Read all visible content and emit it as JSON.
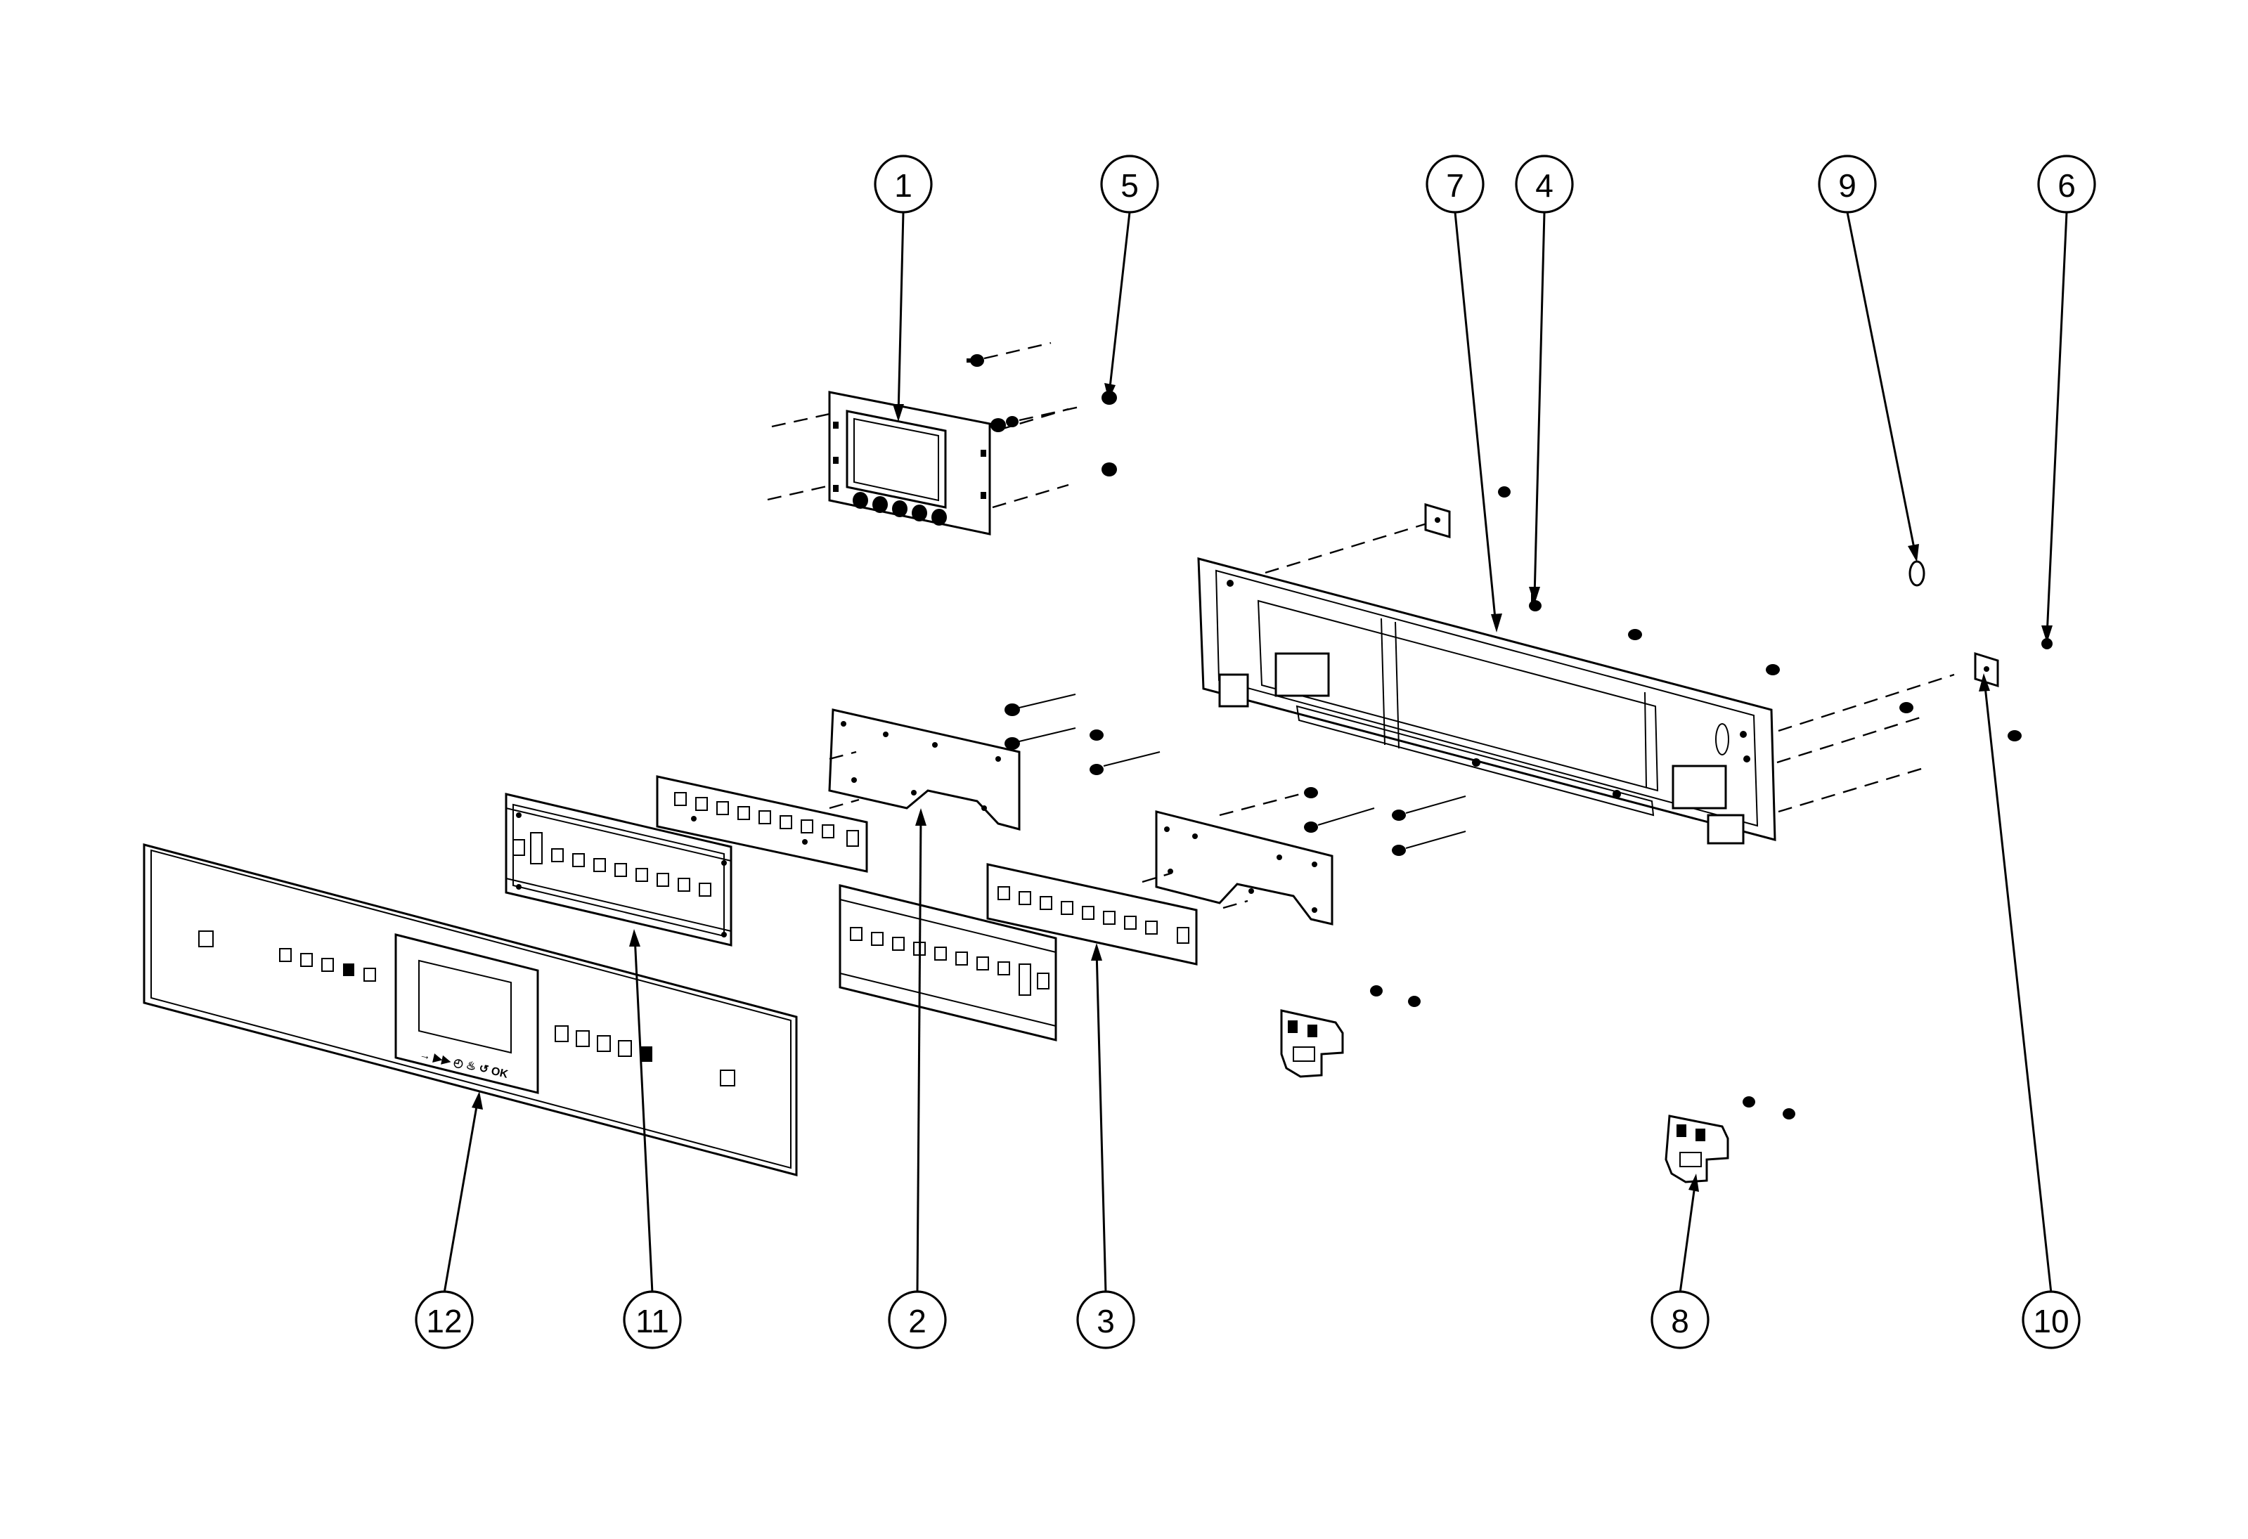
{
  "diagram": {
    "type": "exploded-parts-view",
    "callouts": [
      {
        "id": "c1",
        "label": "1"
      },
      {
        "id": "c5",
        "label": "5"
      },
      {
        "id": "c7",
        "label": "7"
      },
      {
        "id": "c4",
        "label": "4"
      },
      {
        "id": "c9",
        "label": "9"
      },
      {
        "id": "c6",
        "label": "6"
      },
      {
        "id": "c12",
        "label": "12"
      },
      {
        "id": "c11",
        "label": "11"
      },
      {
        "id": "c2",
        "label": "2"
      },
      {
        "id": "c3",
        "label": "3"
      },
      {
        "id": "c8",
        "label": "8"
      },
      {
        "id": "c10",
        "label": "10"
      }
    ],
    "front_panel_button_legend": "→ ▶▶ ◴ ♨ ↺ OK",
    "colors": {
      "ink": "#000000",
      "background": "#ffffff"
    }
  }
}
